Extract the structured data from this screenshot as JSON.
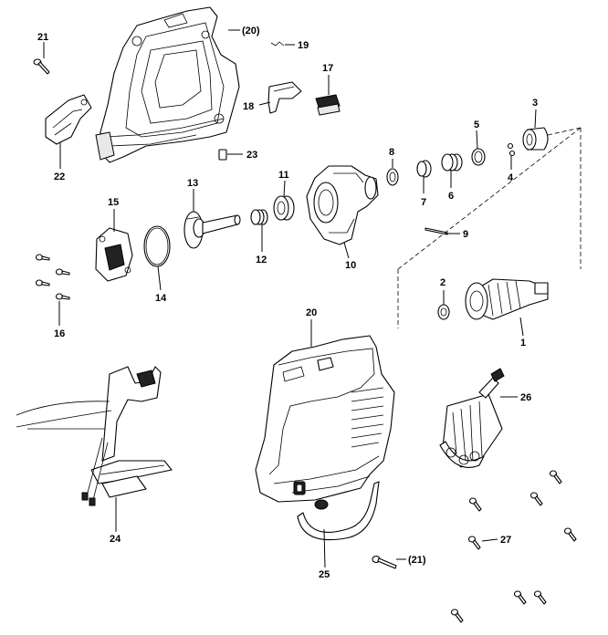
{
  "callouts": {
    "c1": "1",
    "c2": "2",
    "c3": "3",
    "c4": "4",
    "c5": "5",
    "c6": "6",
    "c7": "7",
    "c8": "8",
    "c9": "9",
    "c10": "10",
    "c11": "11",
    "c12": "12",
    "c13": "13",
    "c14": "14",
    "c15": "15",
    "c16": "16",
    "c17": "17",
    "c18": "18",
    "c19": "19",
    "c20": "20",
    "c20b": "(20)",
    "c21": "21",
    "c21b": "(21)",
    "c22": "22",
    "c23": "23",
    "c24": "24",
    "c25": "25",
    "c26": "26",
    "c27": "27"
  }
}
